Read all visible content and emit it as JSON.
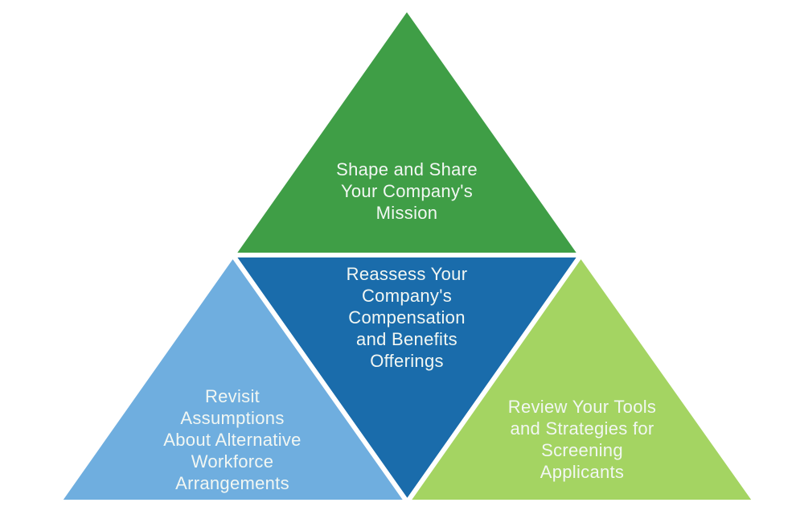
{
  "colors": {
    "background": "#ffffff",
    "divider": "#ffffff",
    "label_text": "#f2f7f3"
  },
  "pyramid": {
    "sections": [
      {
        "position": "top",
        "color": "#3f9e46",
        "label": "Shape and Share\nYour Company's\nMission"
      },
      {
        "position": "center-inverted",
        "color": "#1a6cab",
        "label": "Reassess Your\nCompany's\nCompensation\nand Benefits\nOfferings"
      },
      {
        "position": "bottom-left",
        "color": "#6faedf",
        "label": "Revisit\nAssumptions\nAbout Alternative\nWorkforce\nArrangements"
      },
      {
        "position": "bottom-right",
        "color": "#a4d462",
        "label": "Review Your Tools\nand Strategies for\nScreening\nApplicants"
      }
    ]
  }
}
